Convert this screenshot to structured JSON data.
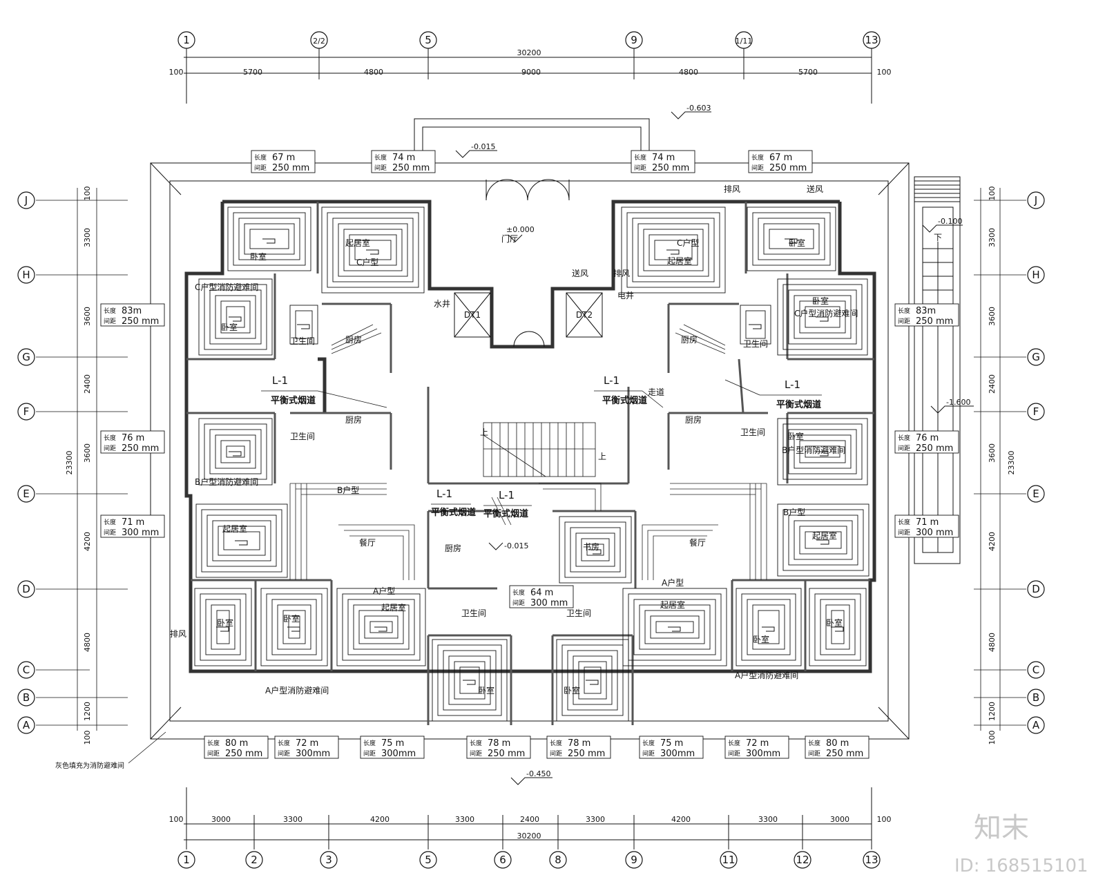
{
  "dimensions": {
    "total": "30200",
    "edge": "100",
    "top_spans": [
      "5700",
      "4800",
      "9000",
      "4800",
      "5700"
    ],
    "bottom_spans": [
      "3000",
      "3300",
      "4200",
      "3300",
      "2400",
      "3300",
      "4200",
      "3300",
      "3000"
    ],
    "side_total": "23300",
    "side_spans": [
      "3300",
      "3600",
      "2400",
      "3600",
      "4200",
      "4800",
      "1200"
    ]
  },
  "axes": {
    "top": [
      "1",
      "2/2",
      "5",
      "9",
      "1/11",
      "13"
    ],
    "bottom": [
      "1",
      "2",
      "3",
      "5",
      "6",
      "8",
      "9",
      "11",
      "12",
      "13"
    ],
    "rows": [
      "J",
      "H",
      "G",
      "F",
      "E",
      "D",
      "C",
      "B",
      "A"
    ]
  },
  "elevations": {
    "top": "-0.603",
    "entry": "-0.015",
    "hall": "±0.000",
    "ramp_top": "-0.100",
    "ramp_mid": "-1.600",
    "bottom": "-0.450",
    "kitchen": "-0.015"
  },
  "rooms": {
    "hall": "门厅",
    "water_shaft": "水井",
    "elec_shaft": "电井",
    "supply_air": "送风",
    "exhaust_air": "排风",
    "lift1": "DT1",
    "lift2": "DT2",
    "corridor": "走道",
    "bedroom": "卧室",
    "living": "起居室",
    "kitchen": "厨房",
    "bath": "卫生间",
    "dining": "餐厅",
    "study": "书房",
    "c_type": "C户型",
    "b_type": "B户型",
    "a_type": "A户型",
    "c_refuge": "C户型消防避难间",
    "b_refuge": "B户型消防避难间",
    "a_refuge": "A户型消防避难间",
    "flue_id": "L-1",
    "flue": "平衡式烟道",
    "up": "上",
    "down": "下",
    "legend_note": "灰色填充为消防避难间"
  },
  "loops": {
    "len_label": "长度",
    "gap_label": "间距",
    "items": [
      {
        "len": "67 m",
        "gap": "250 mm"
      },
      {
        "len": "74 m",
        "gap": "250 mm"
      },
      {
        "len": "74 m",
        "gap": "250 mm"
      },
      {
        "len": "67 m",
        "gap": "250 mm"
      },
      {
        "len": "83m",
        "gap": "250 mm"
      },
      {
        "len": "83m",
        "gap": "250 mm"
      },
      {
        "len": "76 m",
        "gap": "250 mm"
      },
      {
        "len": "76 m",
        "gap": "250 mm"
      },
      {
        "len": "71 m",
        "gap": "300 mm"
      },
      {
        "len": "71 m",
        "gap": "300 mm"
      },
      {
        "len": "64 m",
        "gap": "300 mm"
      },
      {
        "len": "80 m",
        "gap": "250 mm"
      },
      {
        "len": "72 m",
        "gap": "300mm"
      },
      {
        "len": "75 m",
        "gap": "300mm"
      },
      {
        "len": "78 m",
        "gap": "250 mm"
      },
      {
        "len": "78 m",
        "gap": "250 mm"
      },
      {
        "len": "75 m",
        "gap": "300mm"
      },
      {
        "len": "72 m",
        "gap": "300mm"
      },
      {
        "len": "80 m",
        "gap": "250 mm"
      }
    ]
  },
  "watermark": {
    "logo": "知末",
    "id": "ID: 168515101"
  }
}
